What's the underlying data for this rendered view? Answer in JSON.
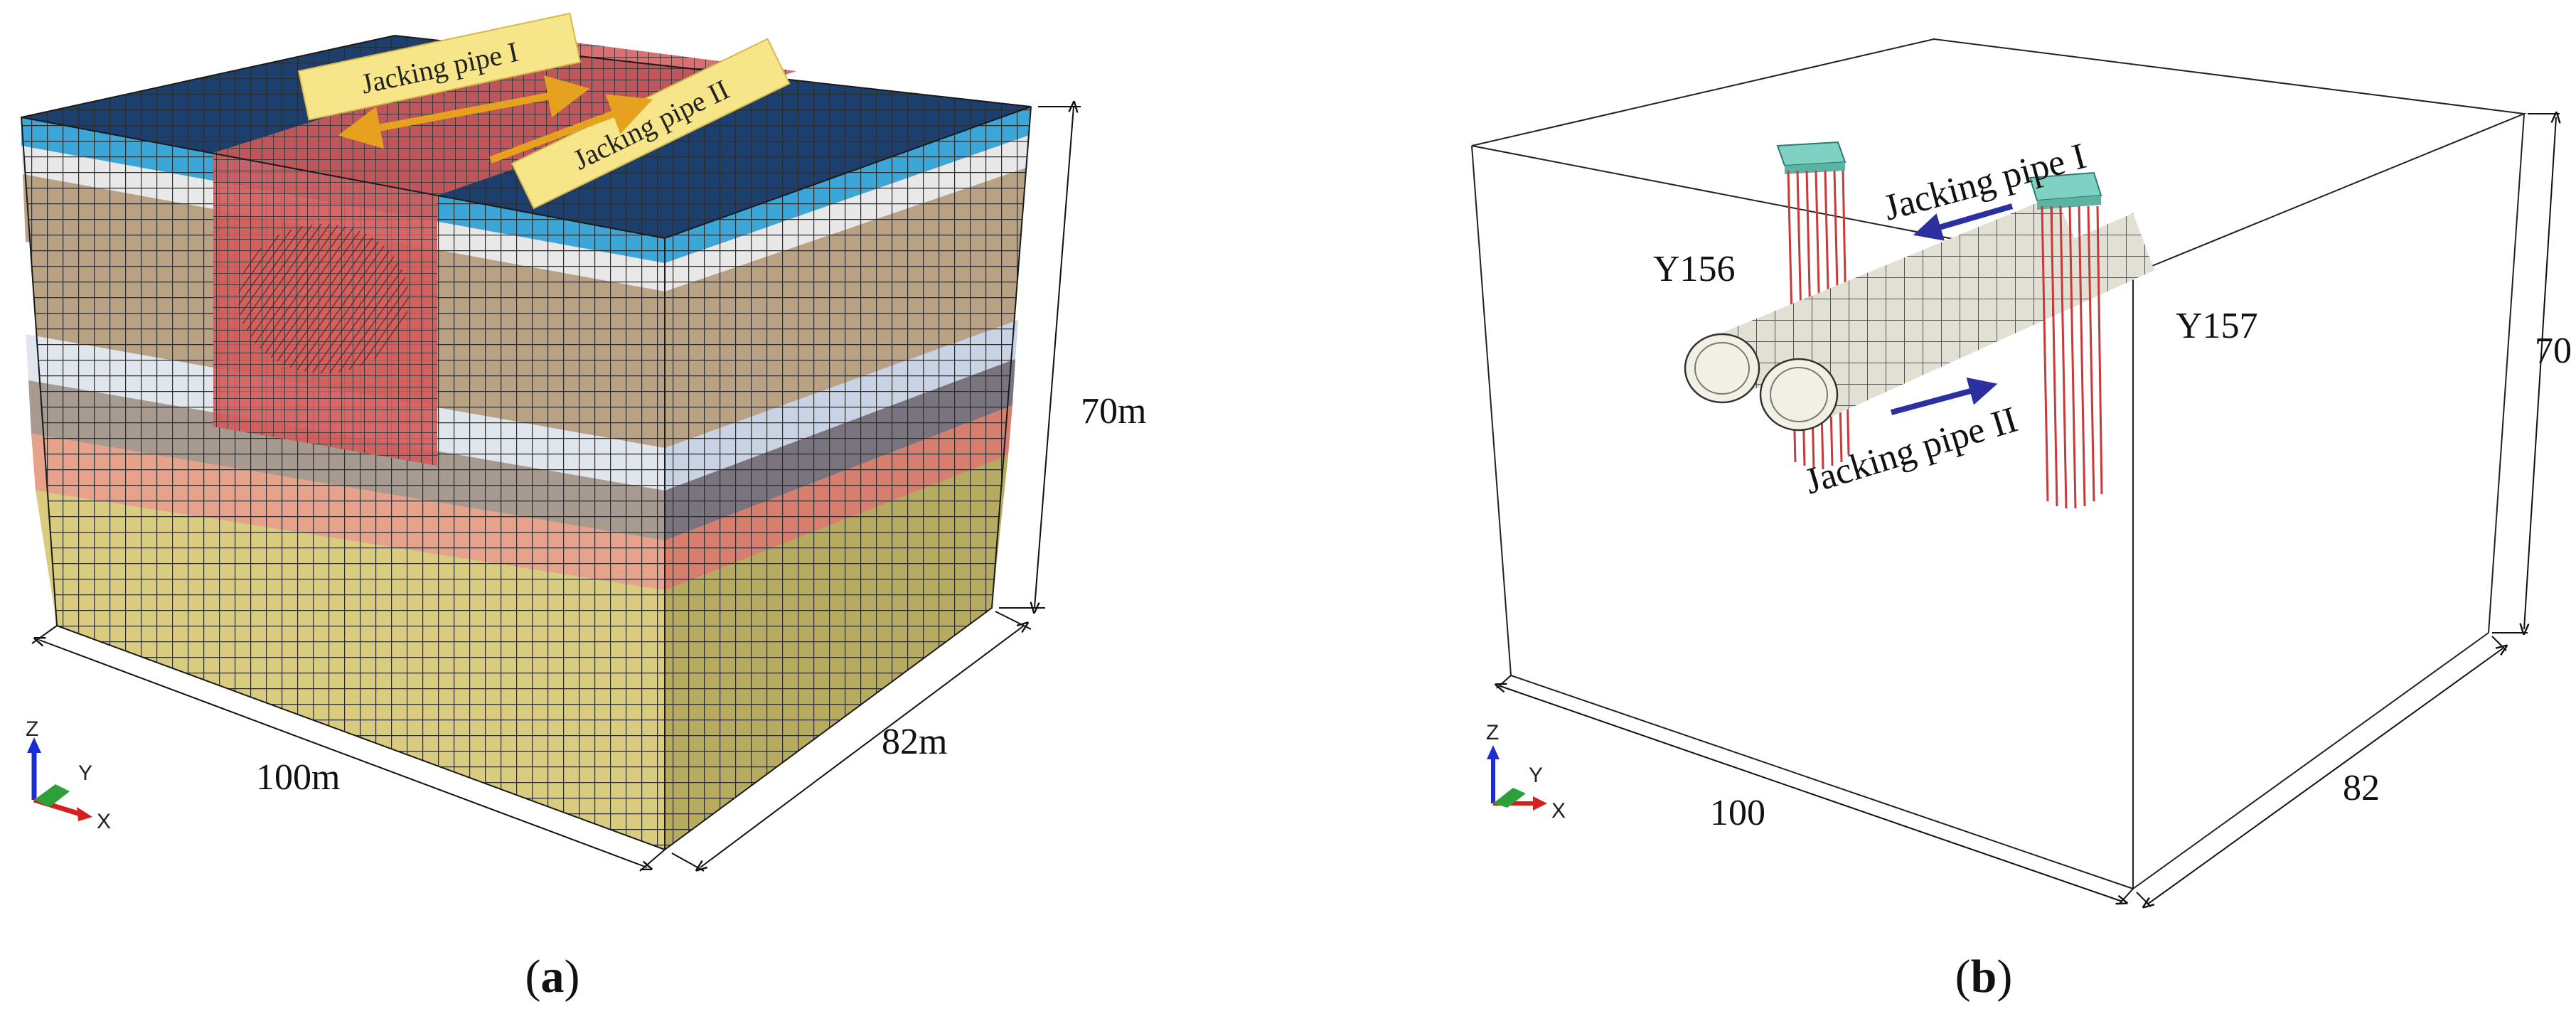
{
  "panel_a": {
    "caption": [
      "(",
      "a",
      ")"
    ],
    "pipe_label_1": "Jacking pipe I",
    "pipe_label_2": "Jacking pipe II",
    "dim_height": "70m",
    "dim_width": "100m",
    "dim_depth": "82m",
    "axis": {
      "z": "Z",
      "y": "Y",
      "x": "X"
    },
    "colors": {
      "top": "#1d3f6e",
      "layer_blue": "#3aa7d8",
      "layer_white": "#e8e8e8",
      "layer_tan": "#b9a184",
      "layer_grey": "#a89a8e",
      "layer_salmon": "#e6a28a",
      "layer_yellow": "#d9cc7e",
      "improved_zone": "#d65a5a",
      "label_bg": "#f7e58a",
      "arrow": "#e6a21e"
    }
  },
  "panel_b": {
    "caption": [
      "(",
      "b",
      ")"
    ],
    "pipe_label_1": "Jacking pipe I",
    "pipe_label_2": "Jacking pipe II",
    "pile_1": "Y156",
    "pile_2": "Y157",
    "dim_height": "70",
    "dim_width": "100",
    "dim_depth": "82",
    "axis": {
      "z": "Z",
      "y": "Y",
      "x": "X"
    },
    "colors": {
      "pipe": "#e2e0d2",
      "pile": "#c83a3a",
      "cap": "#7fd1c3",
      "arrow": "#2b2fa0"
    }
  }
}
